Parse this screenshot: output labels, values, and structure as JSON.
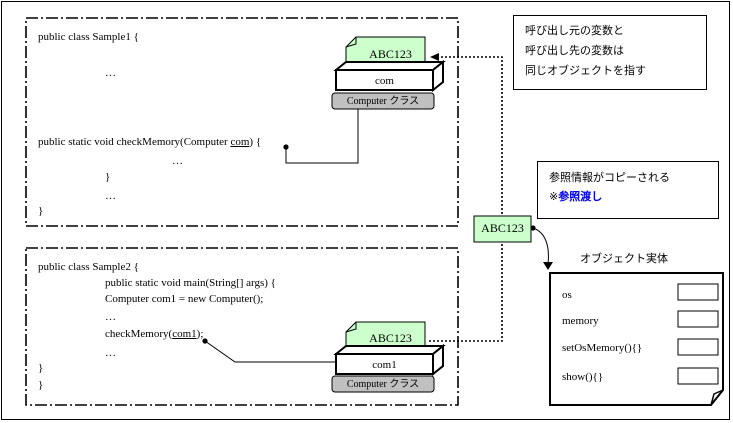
{
  "sample1": {
    "lines": [
      "public class Sample1 {",
      "…",
      "public static void checkMemory(Computer ",
      "com",
      ") {",
      "…",
      "}",
      "…",
      "}"
    ]
  },
  "sample2": {
    "lines": [
      "public class Sample2 {",
      "public static void main(String[] args) {",
      "Computer com1 = new Computer();",
      "…",
      "checkMemory(",
      "com1",
      ");",
      "…",
      "}",
      "}"
    ]
  },
  "var_top": {
    "value": "ABC123",
    "name": "com",
    "class_label": "Computer クラス"
  },
  "var_bottom": {
    "value": "ABC123",
    "name": "com1",
    "class_label": "Computer クラス"
  },
  "note_top": {
    "lines": [
      "呼び出し元の変数と",
      "呼び出し先の変数は",
      "同じオブジェクトを指す"
    ]
  },
  "note_mid": {
    "line1": "参照情報がコピーされる",
    "prefix": "※",
    "highlight": "参照渡し"
  },
  "ref_value": "ABC123",
  "object": {
    "title": "オブジェクト実体",
    "members": [
      "os",
      "memory",
      "setOsMemory(){}",
      "show(){}"
    ]
  },
  "colors": {
    "note_green": "#ccffcc",
    "class_gray": "#c0c0c0",
    "highlight_blue": "#0000ee"
  }
}
